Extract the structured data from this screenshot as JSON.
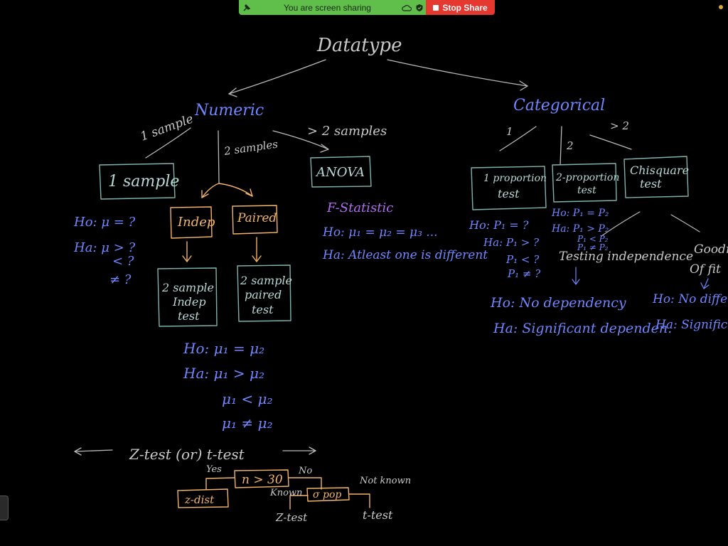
{
  "share_bar": {
    "message": "You are screen sharing",
    "stop_label": "Stop Share",
    "pin_icon": "pin-icon",
    "cloud_icon": "cloud-icon",
    "shield_icon": "shield-check-icon"
  },
  "colors": {
    "background": "#000000",
    "grey_ink": "#b9b9b9",
    "blue_ink": "#6f86ff",
    "teal_ink": "#7fb3ac",
    "orange_ink": "#f2b468",
    "purple_ink": "#b06cf0",
    "share_green": "#5fbf4a",
    "stop_red": "#e5382f"
  },
  "diagram": {
    "root": "Datatype",
    "numeric": "Numeric",
    "categorical": "Categorical",
    "edge_1sample": "1 sample",
    "edge_2samples": "2 samples",
    "edge_gt2samples": "> 2 samples",
    "edge_cat_1": "1",
    "edge_cat_2": "2",
    "edge_cat_gt2": "> 2",
    "box_1sample": "1 sample",
    "box_anova": "ANOVA",
    "box_indep": "Indep",
    "box_paired": "Paired",
    "box_2sample_indep": [
      "2 sample",
      "Indep",
      "test"
    ],
    "box_2sample_paired": [
      "2 sample",
      "paired",
      "test"
    ],
    "box_1prop": [
      "1 proportion",
      "test"
    ],
    "box_2prop": [
      "2-proportion",
      "test"
    ],
    "box_chisq": [
      "Chisquare",
      "test"
    ],
    "onesample_h0": "Ho: μ = ?",
    "onesample_ha": [
      "Ha: μ > ?",
      "< ?",
      "≠ ?"
    ],
    "twosample_h0": "Ho: μ₁ = μ₂",
    "twosample_ha": [
      "Ha: μ₁ > μ₂",
      "μ₁ < μ₂",
      "μ₁ ≠ μ₂"
    ],
    "f_statistic": "F-Statistic",
    "anova_h0": "Ho: μ₁ = μ₂ = μ₃ ...",
    "anova_ha": "Ha: Atleast one is different",
    "oneprop_h0": "Ho: P₁ = ?",
    "oneprop_ha": [
      "Ha: P₁ > ?",
      "P₁ < ?",
      "P₁ ≠ ?"
    ],
    "twoprop_h0": "Ho: P₁ = P₂",
    "twoprop_ha": [
      "Ha: P₁ > P₂",
      "P₁ < P₂",
      "P₁ ≠ P₂"
    ],
    "testing_independence": "Testing independence",
    "goodness_of_fit": [
      "Goodness",
      "Of fit"
    ],
    "indep_h0": "Ho: No dependency",
    "indep_ha": "Ha: Significant dependen.",
    "gof_h0": "Ho: No difference",
    "gof_ha": "Ha: Significant",
    "z_or_t": "Z-test (or) t-test",
    "n_gt_30": "n > 30",
    "yes": "Yes",
    "no": "No",
    "z_dist": "z-dist",
    "sigma_pop": "σ pop",
    "known": "Known",
    "not_known": "Not known",
    "z_test": "Z-test",
    "t_test": "t-test"
  }
}
